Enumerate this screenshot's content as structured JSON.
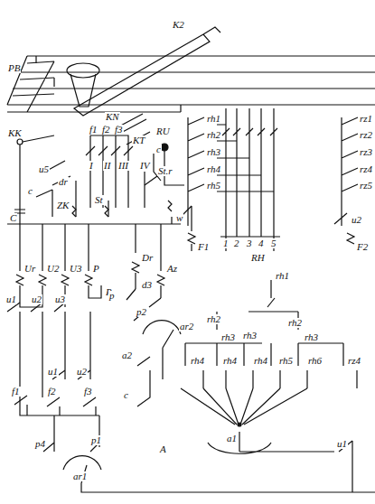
{
  "diagram": {
    "labels": [
      "K2",
      "PB",
      "KK",
      "KN",
      "KT",
      "RU",
      "u5",
      "dr",
      "c",
      "ZK",
      "St",
      "C",
      "f1",
      "f2",
      "f3",
      "I",
      "II",
      "III",
      "IV",
      "St.r",
      "c",
      "rh1",
      "rh2",
      "rh3",
      "rh4",
      "rh5",
      "w",
      "F1",
      "1",
      "2",
      "3",
      "4",
      "5",
      "RH",
      "rz1",
      "rz2",
      "rz3",
      "rz4",
      "rz5",
      "u2",
      "F2",
      "Ur",
      "U2",
      "U3",
      "P",
      "P",
      "Dr",
      "Az",
      "u1",
      "u2",
      "u3",
      "p",
      "p2",
      "d3",
      "ar2",
      "a2",
      "c",
      "u1",
      "u2",
      "f1",
      "f2",
      "f3",
      "p4",
      "p1",
      "ar1",
      "rh1",
      "rh2",
      "rh2",
      "rh3",
      "rh3",
      "rh3",
      "rh4",
      "rh4",
      "rh4",
      "rh5",
      "rh6",
      "rz4",
      "A",
      "a1",
      "u1"
    ]
  }
}
